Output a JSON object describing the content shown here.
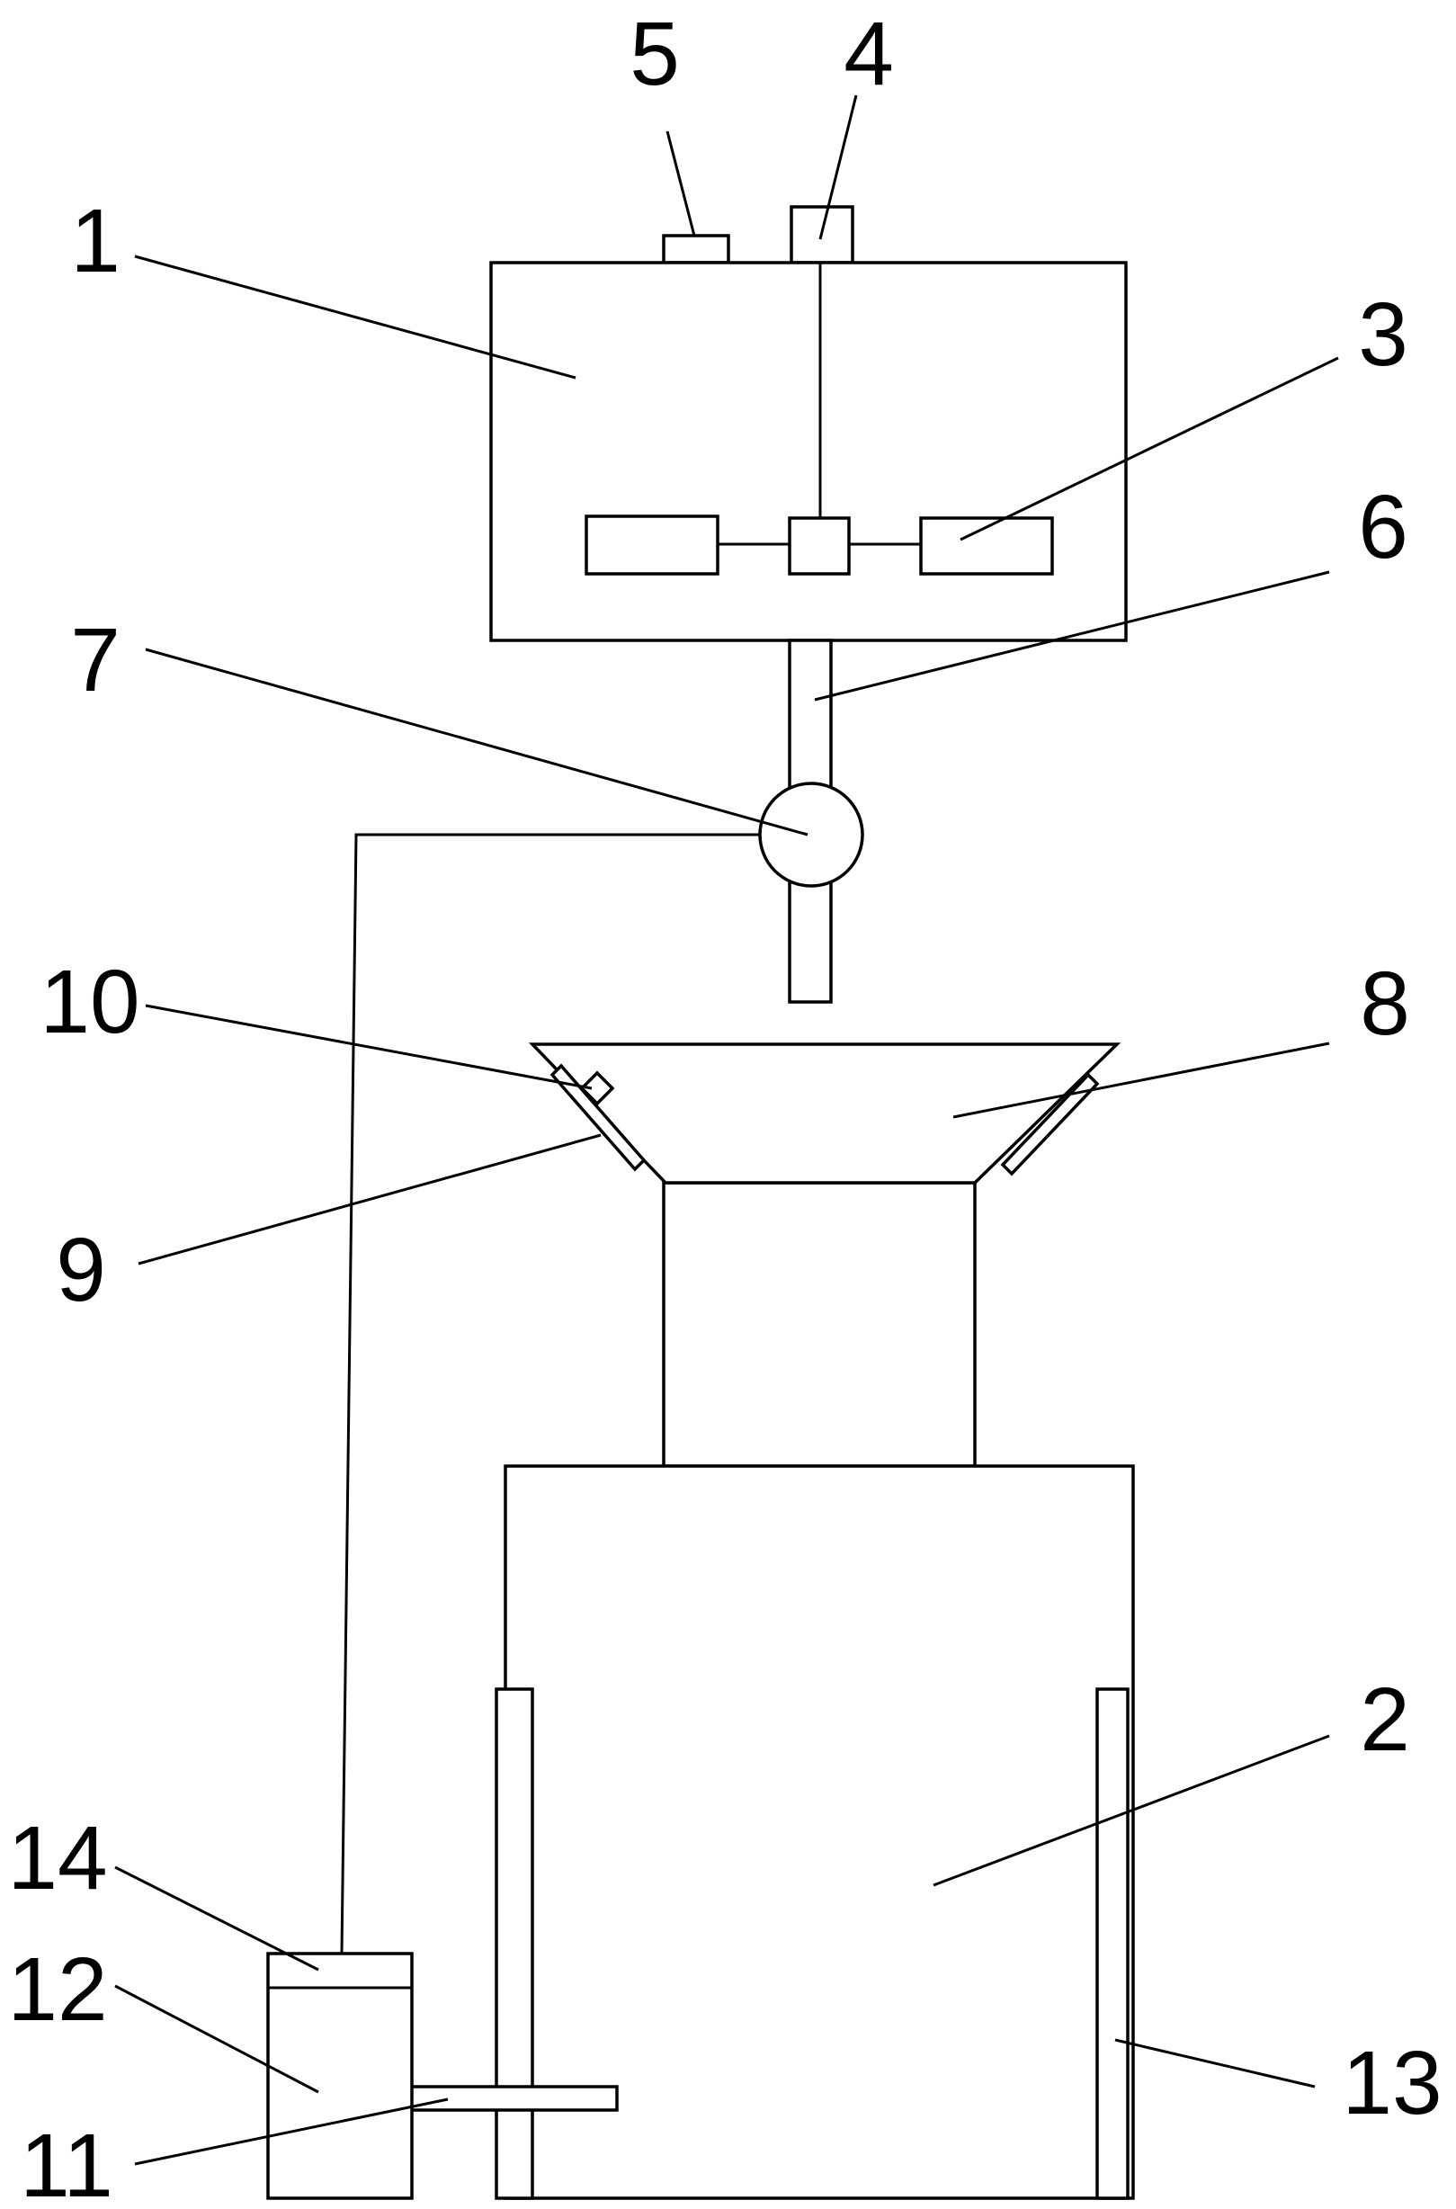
{
  "labels": {
    "n1": "1",
    "n2": "2",
    "n3": "3",
    "n4": "4",
    "n5": "5",
    "n6": "6",
    "n7": "7",
    "n8": "8",
    "n9": "9",
    "n10": "10",
    "n11": "11",
    "n12": "12",
    "n13": "13",
    "n14": "14"
  }
}
